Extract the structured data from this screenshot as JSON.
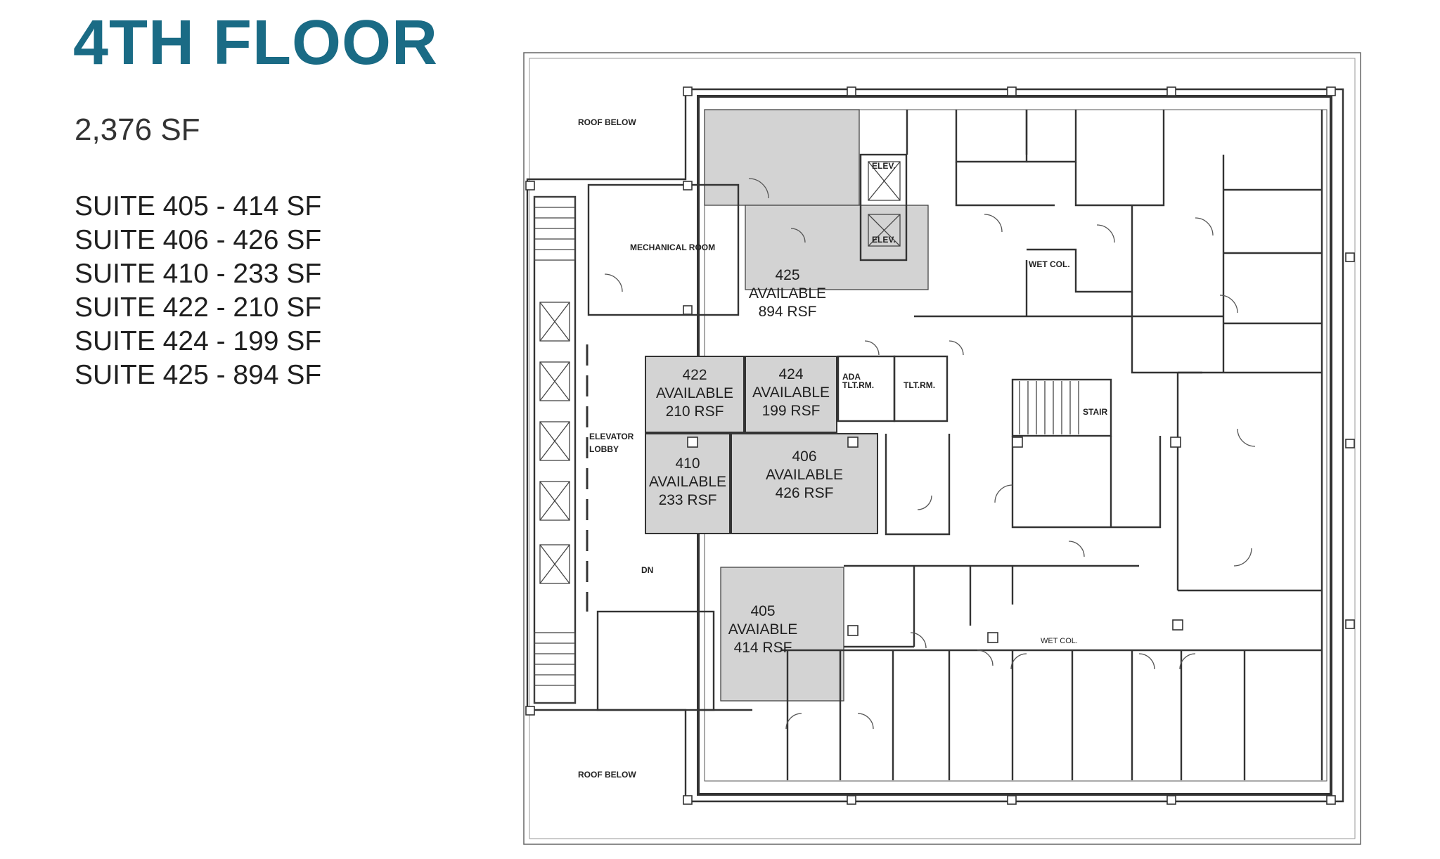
{
  "title": "4TH FLOOR",
  "total_area": "2,376 SF",
  "suite_list": [
    "SUITE 405 - 414 SF",
    "SUITE 406 - 426 SF",
    "SUITE 410 - 233 SF",
    "SUITE 422 - 210 SF",
    "SUITE 424 - 199 SF",
    "SUITE 425 - 894 SF"
  ],
  "colors": {
    "title": "#1a6b85",
    "available_fill": "#d3d3d3",
    "wall": "#333333"
  },
  "plan": {
    "labels": {
      "roof_top": "ROOF BELOW",
      "roof_bottom": "ROOF BELOW",
      "mechanical": "MECHANICAL ROOM",
      "elevator_lobby_1": "ELEVATOR",
      "elevator_lobby_2": "LOBBY",
      "elev_1": "ELEV.",
      "elev_2": "ELEV.",
      "wet_col_top": "WET COL.",
      "wet_col_bottom": "WET COL.",
      "ada_1": "ADA",
      "ada_2": "TLT.RM.",
      "tlt": "TLT.RM.",
      "stair": "STAIR",
      "dn": "DN"
    },
    "suites": {
      "s425": {
        "number": "425",
        "status": "AVAILABLE",
        "area": "894 RSF"
      },
      "s422": {
        "number": "422",
        "status": "AVAILABLE",
        "area": "210 RSF"
      },
      "s424": {
        "number": "424",
        "status": "AVAILABLE",
        "area": "199 RSF"
      },
      "s410": {
        "number": "410",
        "status": "AVAILABLE",
        "area": "233 RSF"
      },
      "s406": {
        "number": "406",
        "status": "AVAILABLE",
        "area": "426 RSF"
      },
      "s405": {
        "number": "405",
        "status": "AVAIABLE",
        "area": "414 RSF"
      }
    }
  }
}
